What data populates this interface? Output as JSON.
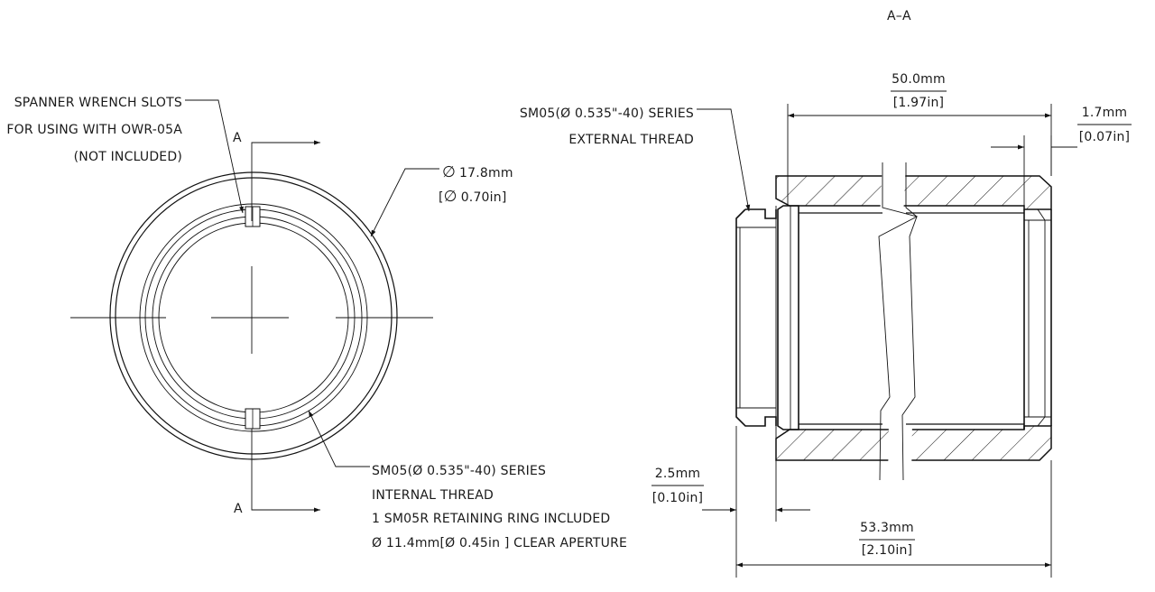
{
  "section_label": "A–A",
  "section_marker_top": "A",
  "section_marker_bottom": "A",
  "spanner_note": [
    "SPANNER WRENCH SLOTS",
    "FOR USING WITH OWR-05A",
    "(NOT INCLUDED)"
  ],
  "outer_diameter": {
    "mm": "17.8mm",
    "in": "0.70in"
  },
  "internal_thread_note": {
    "line1": "SM05(Ø 0.535\"-40) SERIES",
    "line2": "INTERNAL THREAD",
    "line3": "1 SM05R RETAINING RING INCLUDED",
    "line4": "Ø 11.4mm[Ø 0.45in ] CLEAR APERTURE"
  },
  "external_thread_note": {
    "line1": "SM05(Ø 0.535\"-40) SERIES",
    "line2": "EXTERNAL THREAD"
  },
  "dim_body_length": {
    "mm": "50.0mm",
    "in": "[1.97in]"
  },
  "dim_end_recess": {
    "mm": "1.7mm",
    "in": "[0.07in]"
  },
  "dim_thread_length": {
    "mm": "2.5mm",
    "in": "[0.10in]"
  },
  "dim_overall_length": {
    "mm": "53.3mm",
    "in": "[2.10in]"
  }
}
